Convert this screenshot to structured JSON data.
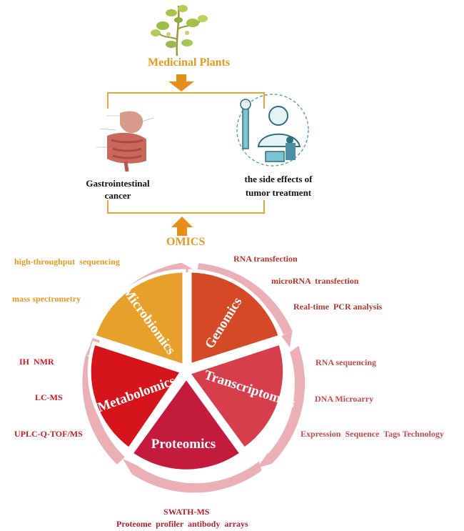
{
  "top": {
    "medicinal_plants": "Medicinal Plants",
    "omics": "OMICS",
    "left_label_line1": "Gastrointestinal",
    "left_label_line2": "cancer",
    "right_label_line1": "the side effects of",
    "right_label_line2": "tumor treatment"
  },
  "wheel": {
    "microbiomics": "Microbiomics",
    "genomics": "Genomics",
    "transcriptomics": "Transcriptomics",
    "proteomics": "Proteomics",
    "metabolomics": "Metabolomics"
  },
  "techniques": {
    "microbiomics": [
      "high-throughput  sequencing",
      "mass spectrometry"
    ],
    "genomics": [
      "RNA transfection",
      "microRNA  transfection",
      "Real-time  PCR analysis"
    ],
    "transcriptomics": [
      "RNA sequencing",
      "DNA Microarry",
      "Expression  Sequence  Tags Technology"
    ],
    "proteomics": [
      "SWATH-MS",
      "Proteome  profiler  antibody  arrays"
    ],
    "metabolomics": [
      "IH  NMR",
      "LC-MS",
      "UPLC-Q-TOF/MS"
    ]
  },
  "colors": {
    "microbiomics": "#e8a02c",
    "genomics": "#d44a26",
    "transcriptomics": "#d63e4c",
    "proteomics": "#c21b3c",
    "metabolomics": "#d6141c",
    "ring": "#eab0b6",
    "arrow": "#e58e1c",
    "bracket": "#eaa43a"
  }
}
